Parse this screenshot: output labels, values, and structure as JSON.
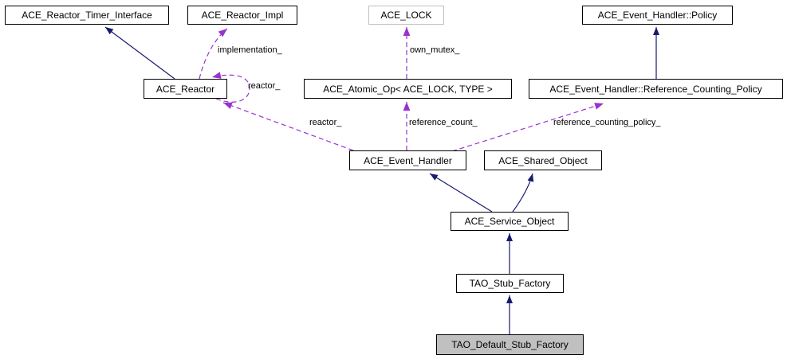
{
  "diagram": {
    "type": "class-collaboration-diagram",
    "colors": {
      "background": "#ffffff",
      "inheritance_edge": "#191970",
      "usage_edge": "#9a32cd",
      "node_border": "#000000",
      "node_fill": "#ffffff",
      "external_node_border": "#c0c0c0",
      "focus_node_fill": "#c0c0c0",
      "text": "#000000"
    },
    "nodes": [
      {
        "label": "ACE_Reactor_Timer_Interface",
        "style": "normal"
      },
      {
        "label": "ACE_Reactor_Impl",
        "style": "normal"
      },
      {
        "label": "ACE_LOCK",
        "style": "external"
      },
      {
        "label": "ACE_Event_Handler::Policy",
        "style": "normal"
      },
      {
        "label": "ACE_Reactor",
        "style": "normal"
      },
      {
        "label": "ACE_Atomic_Op< ACE_LOCK, TYPE >",
        "style": "normal"
      },
      {
        "label": "ACE_Event_Handler::Reference_Counting_Policy",
        "style": "normal"
      },
      {
        "label": "ACE_Event_Handler",
        "style": "normal"
      },
      {
        "label": "ACE_Shared_Object",
        "style": "normal"
      },
      {
        "label": "ACE_Service_Object",
        "style": "normal"
      },
      {
        "label": "TAO_Stub_Factory",
        "style": "normal"
      },
      {
        "label": "TAO_Default_Stub_Factory",
        "style": "focus"
      }
    ],
    "edges": {
      "inheritance": [
        {
          "from": "ACE_Reactor",
          "to": "ACE_Reactor_Timer_Interface"
        },
        {
          "from": "ACE_Event_Handler::Reference_Counting_Policy",
          "to": "ACE_Event_Handler::Policy"
        },
        {
          "from": "ACE_Service_Object",
          "to": "ACE_Event_Handler"
        },
        {
          "from": "ACE_Service_Object",
          "to": "ACE_Shared_Object"
        },
        {
          "from": "TAO_Stub_Factory",
          "to": "ACE_Service_Object"
        },
        {
          "from": "TAO_Default_Stub_Factory",
          "to": "TAO_Stub_Factory"
        }
      ],
      "usage": [
        {
          "from": "ACE_Reactor",
          "to": "ACE_Reactor_Impl",
          "label": "implementation_"
        },
        {
          "from": "ACE_Atomic_Op< ACE_LOCK, TYPE >",
          "to": "ACE_LOCK",
          "label": "own_mutex_"
        },
        {
          "from": "ACE_Reactor",
          "to": "ACE_Reactor",
          "label": "reactor_"
        },
        {
          "from": "ACE_Event_Handler",
          "to": "ACE_Reactor",
          "label": "reactor_"
        },
        {
          "from": "ACE_Event_Handler",
          "to": "ACE_Atomic_Op< ACE_LOCK, TYPE >",
          "label": "reference_count_"
        },
        {
          "from": "ACE_Event_Handler",
          "to": "ACE_Event_Handler::Reference_Counting_Policy",
          "label": "reference_counting_policy_"
        }
      ]
    }
  }
}
